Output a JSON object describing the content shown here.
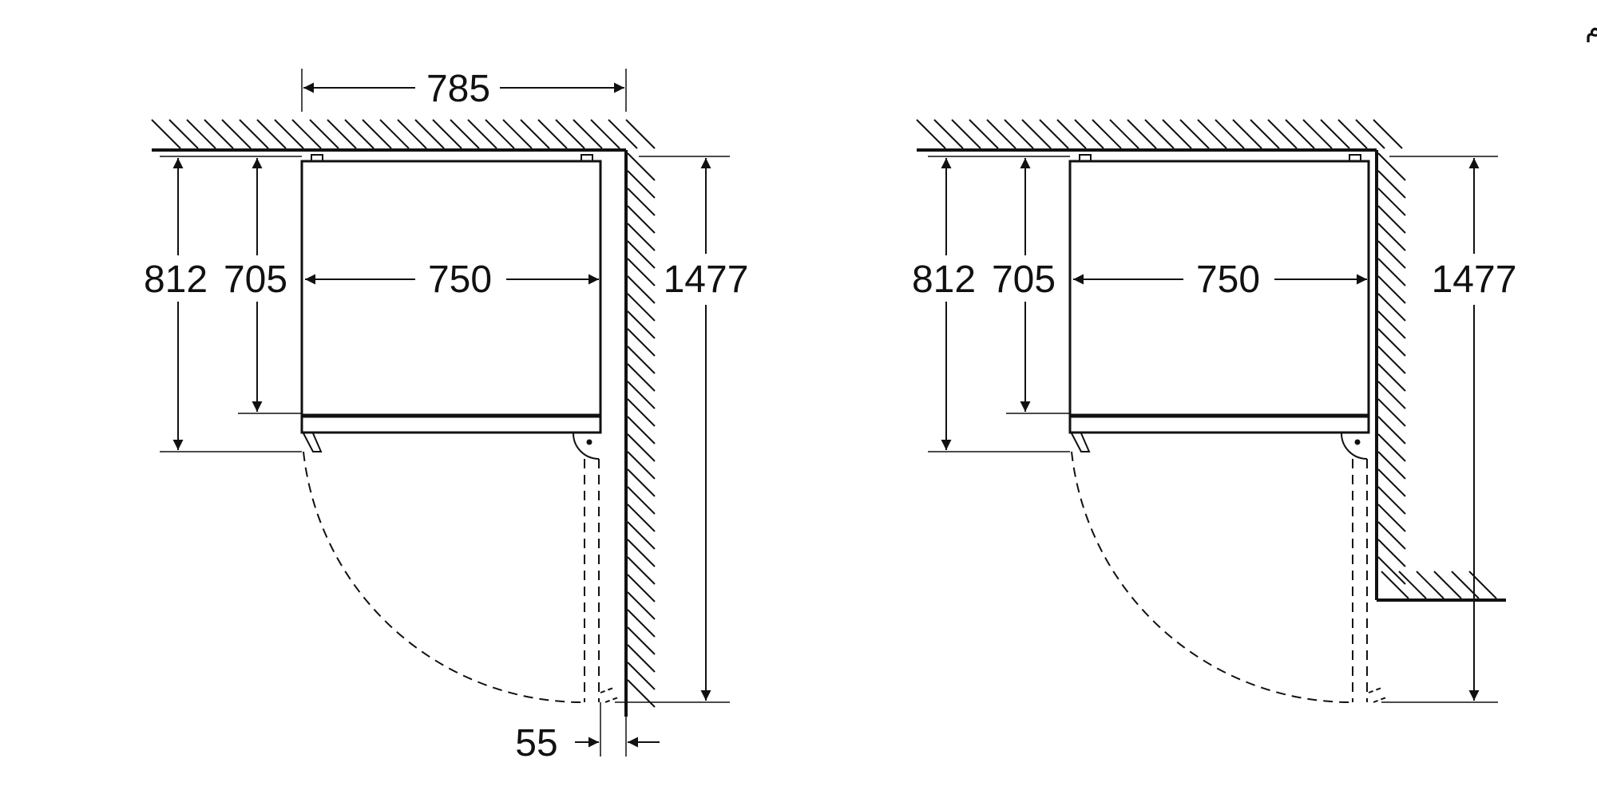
{
  "unit_note": "القياسات بوحدة مم",
  "colors": {
    "line": "#111111",
    "background": "#ffffff"
  },
  "left_view": {
    "width_total": "785",
    "depth_with_door": "812",
    "depth_body": "705",
    "body_width": "750",
    "door_open_depth": "1477",
    "side_clearance": "55"
  },
  "right_view": {
    "depth_with_door": "812",
    "depth_body": "705",
    "body_width": "750",
    "door_open_depth": "1477"
  }
}
